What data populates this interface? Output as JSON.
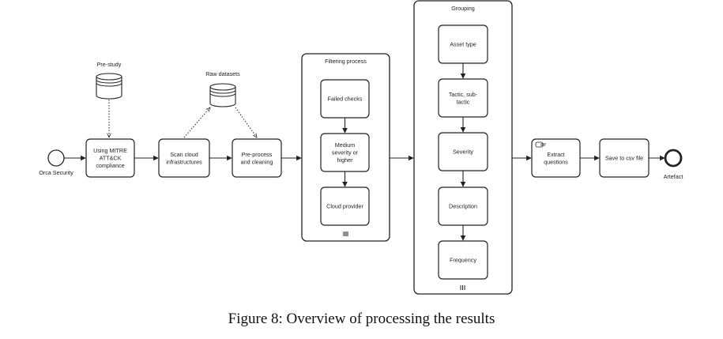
{
  "events": {
    "start": "Orca Security",
    "end": "Artefact"
  },
  "data_stores": {
    "prestudy": "Pre-study",
    "raw": "Raw datasets"
  },
  "tasks": {
    "mitre": [
      "Using MITRE",
      "ATT&CK",
      "compliance"
    ],
    "scan": [
      "Scan cloud",
      "infrastructures"
    ],
    "preprocess": [
      "Pre-process",
      "and cleaning"
    ],
    "extract": [
      "Extract",
      "questions"
    ],
    "save": [
      "Save to csv file"
    ]
  },
  "filtering": {
    "title": "Filtering process",
    "steps": [
      [
        "Failed checks"
      ],
      [
        "Medium",
        "severity or",
        "higher"
      ],
      [
        "Cloud provider"
      ]
    ]
  },
  "grouping": {
    "title": "Grouping",
    "steps": [
      [
        "Asset type"
      ],
      [
        "Tactic, sub-",
        "tactic"
      ],
      [
        "Severity"
      ],
      [
        "Description"
      ],
      [
        "Frequency"
      ]
    ]
  },
  "caption": "Figure 8: Overview of processing the results"
}
